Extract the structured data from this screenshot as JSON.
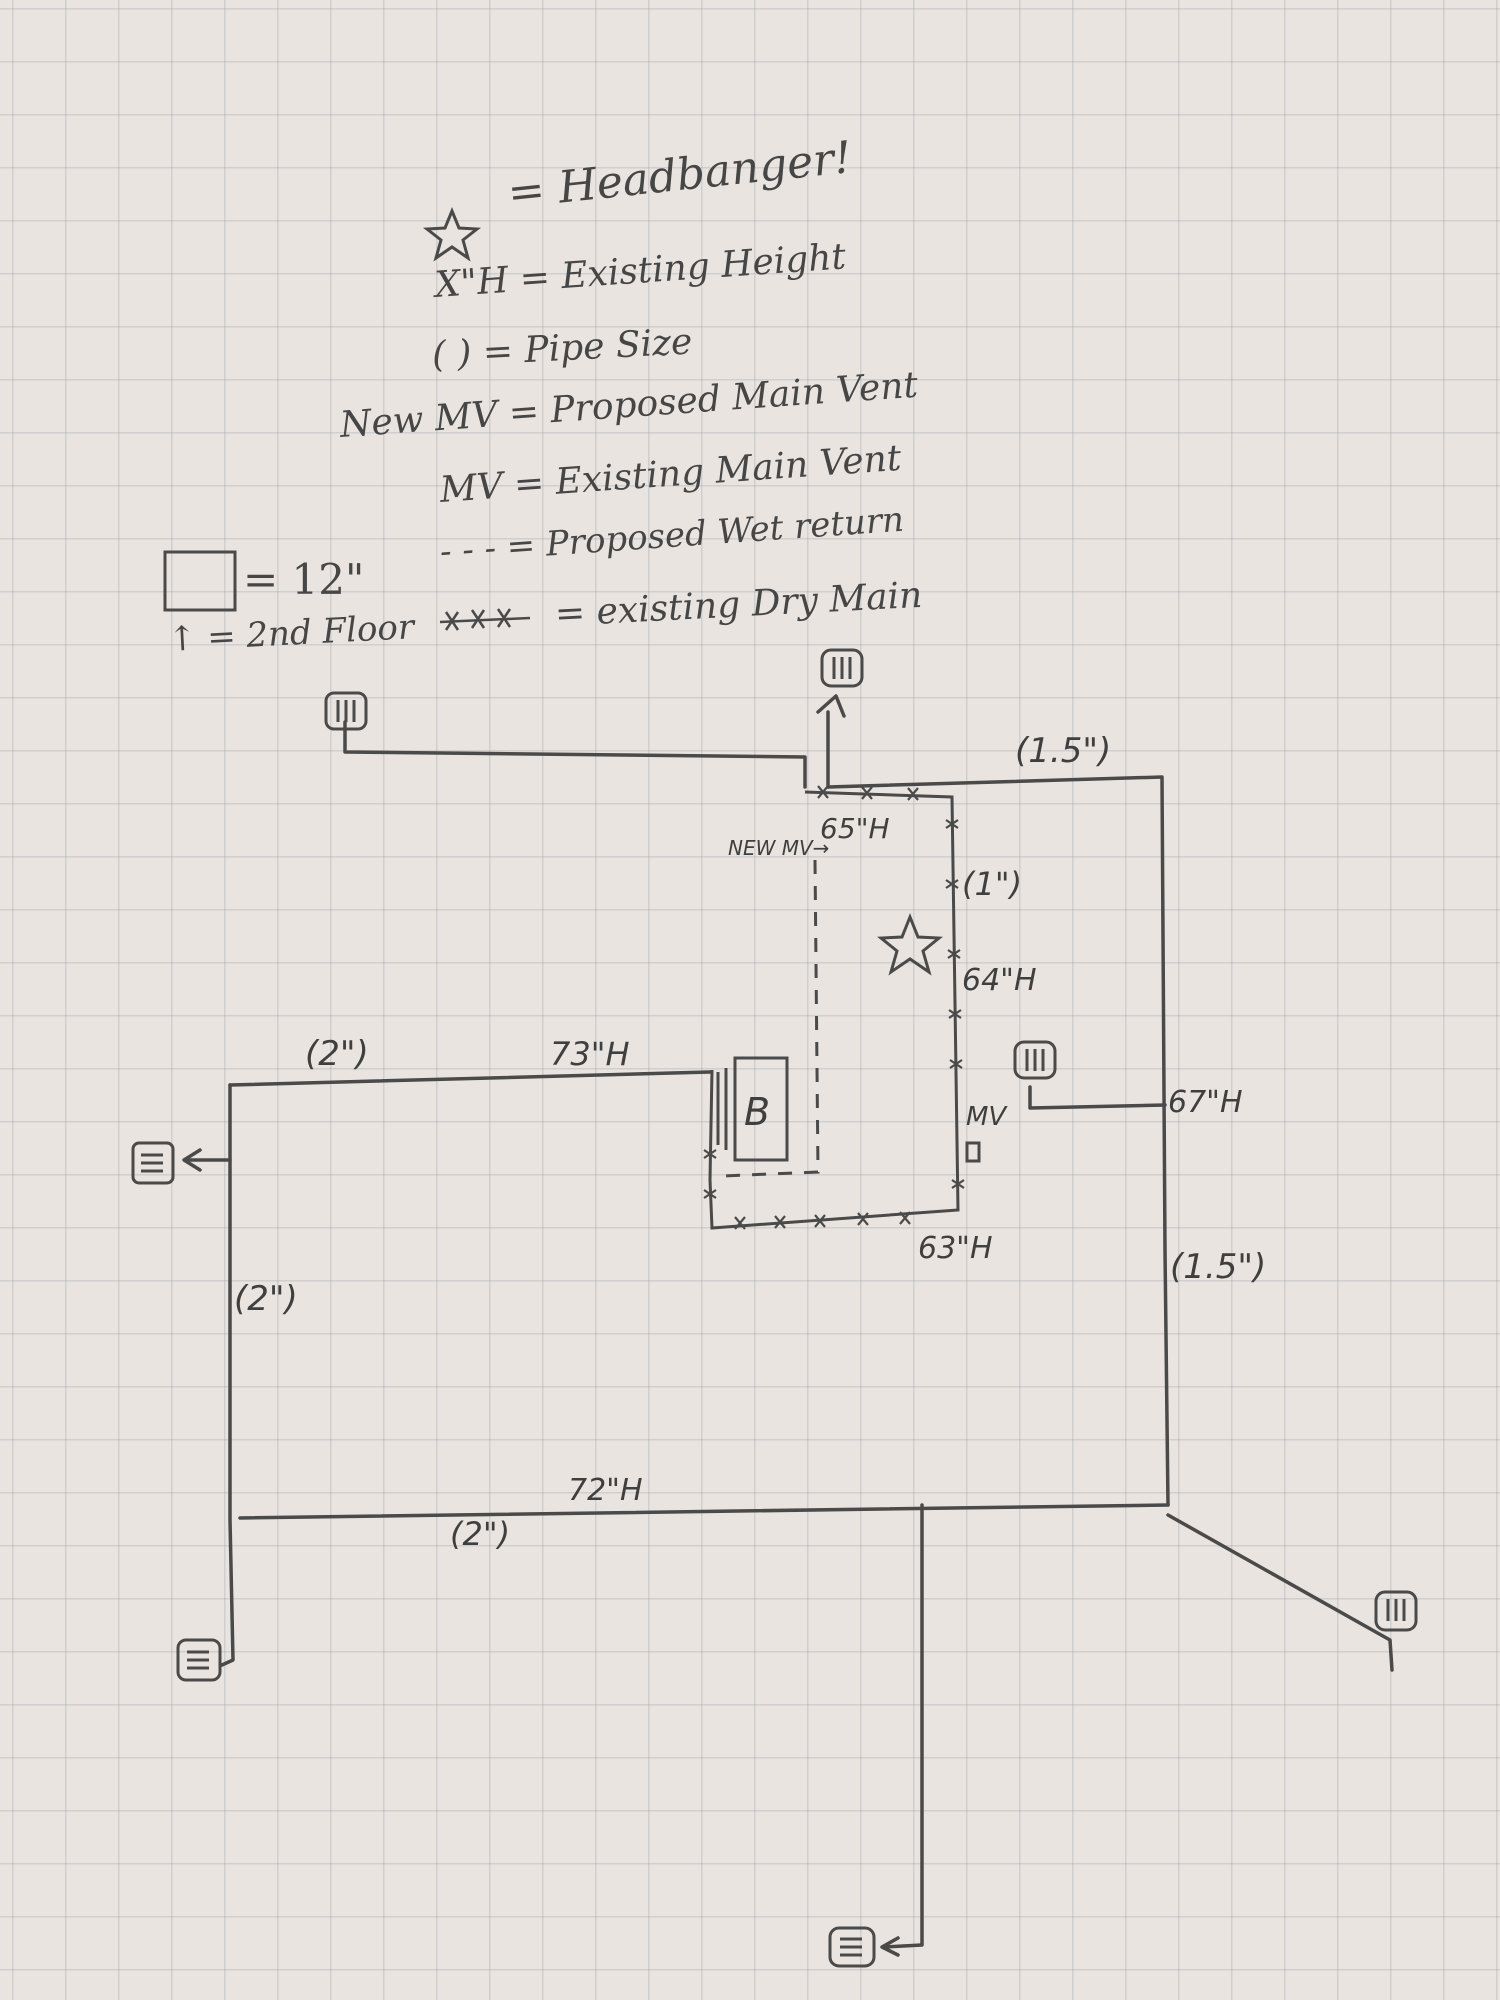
{
  "legend": {
    "star": "= Headbanger!",
    "height": "X\"H = Existing Height",
    "pipe_size": "( ) = Pipe Size",
    "new_mv": "New MV = Proposed Main Vent",
    "mv": "MV = Existing Main Vent",
    "square": "= 12\"",
    "wet_return": "- - - = Proposed Wet return",
    "second_floor": "↑ = 2nd Floor",
    "dry_main": "= existing Dry Main"
  },
  "labels": {
    "pipe_top_right": "(1.5\")",
    "new_mv": "NEW MV→",
    "height_65": "65\"H",
    "pipe_1": "(1\")",
    "height_64": "64\"H",
    "pipe_2_top": "(2\")",
    "height_73": "73\"H",
    "boiler": "B",
    "mv": "MV",
    "height_67": "67\"H",
    "height_63": "63\"H",
    "pipe_2_left": "(2\")",
    "pipe_15_right": "(1.5\")",
    "height_72": "72\"H",
    "pipe_2_bottom": "(2\")"
  },
  "colors": {
    "pencil": "#4a4a4a",
    "paper": "#e9e4df",
    "grid": "#9aa2b4"
  }
}
